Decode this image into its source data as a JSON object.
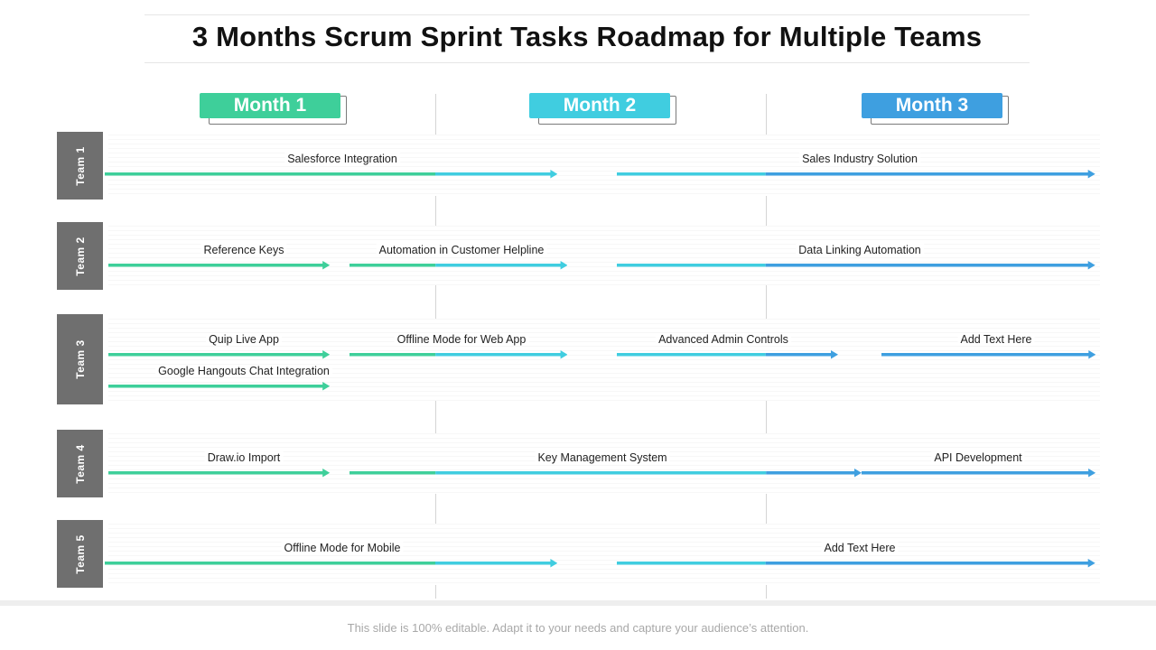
{
  "title": "3 Months Scrum Sprint Tasks Roadmap for Multiple Teams",
  "footer": "This slide is 100% editable. Adapt it to your needs and capture your audience’s attention.",
  "colors": {
    "month_1": "#3ecf9a",
    "month_2": "#40cde0",
    "month_3": "#3e9fe0",
    "team_label_bg": "#6f6f6f"
  },
  "months": [
    {
      "label": "Month 1",
      "color": "#3ecf9a"
    },
    {
      "label": "Month 2",
      "color": "#40cde0"
    },
    {
      "label": "Month 3",
      "color": "#3e9fe0"
    }
  ],
  "teams": [
    {
      "name": "Team 1",
      "tasks": [
        {
          "label": "Salesforce Integration",
          "start": 0,
          "end": 1.37
        },
        {
          "label": "Sales Industry Solution",
          "start": 1.55,
          "end": 3.0
        }
      ]
    },
    {
      "name": "Team 2",
      "tasks": [
        {
          "label": "Reference  Keys",
          "start": 0.01,
          "end": 0.68
        },
        {
          "label": "Automation in Customer Helpline",
          "start": 0.74,
          "end": 1.4
        },
        {
          "label": "Data Linking Automation",
          "start": 1.55,
          "end": 3.0
        }
      ]
    },
    {
      "name": "Team 3",
      "tasks": [
        {
          "label": "Quip Live App",
          "start": 0.01,
          "end": 0.68
        },
        {
          "label": "Offline  Mode for Web App",
          "start": 0.74,
          "end": 1.4
        },
        {
          "label": "Advanced  Admin Controls",
          "start": 1.55,
          "end": 2.22
        },
        {
          "label": "Add Text Here",
          "start": 2.35,
          "end": 3.0
        },
        {
          "label": "Google Hangouts  Chat Integration",
          "start": 0.01,
          "end": 0.68
        }
      ]
    },
    {
      "name": "Team 4",
      "tasks": [
        {
          "label": "Draw.io  Import",
          "start": 0.01,
          "end": 0.68
        },
        {
          "label": "Key Management  System",
          "start": 0.74,
          "end": 2.29
        },
        {
          "label": "API Development",
          "start": 2.29,
          "end": 3.0
        }
      ]
    },
    {
      "name": "Team 5",
      "tasks": [
        {
          "label": "Offline Mode for Mobile",
          "start": 0,
          "end": 1.37
        },
        {
          "label": "Add Text Here",
          "start": 1.55,
          "end": 3.0
        }
      ]
    }
  ]
}
